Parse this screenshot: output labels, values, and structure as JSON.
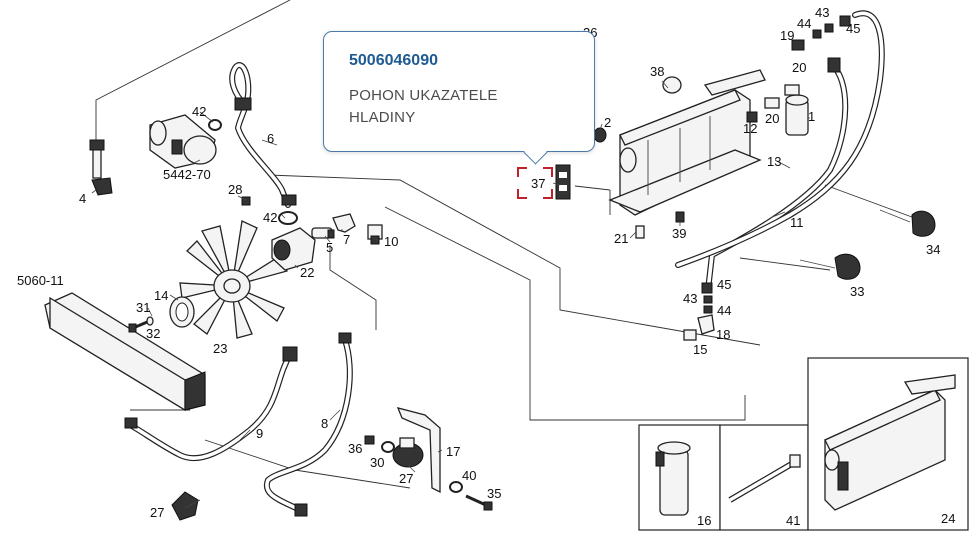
{
  "tooltip": {
    "part_code": "5006046090",
    "description": "POHON UKAZATELE HLADINY"
  },
  "selected_part": "37",
  "colors": {
    "tooltip_border": "#4a7aa8",
    "tooltip_code": "#1f5b92",
    "selection": "#c0202a"
  },
  "parts": [
    "1",
    "2",
    "4",
    "5",
    "6",
    "7",
    "8",
    "9",
    "10",
    "11",
    "12",
    "13",
    "14",
    "15",
    "16",
    "17",
    "18",
    "19",
    "20",
    "20",
    "21",
    "22",
    "23",
    "24",
    "27",
    "27",
    "28",
    "30",
    "31",
    "32",
    "33",
    "34",
    "35",
    "36",
    "37",
    "38",
    "39",
    "40",
    "41",
    "42",
    "42",
    "43",
    "43",
    "44",
    "44",
    "45",
    "45",
    "26",
    "5442-70",
    "5060-11"
  ]
}
